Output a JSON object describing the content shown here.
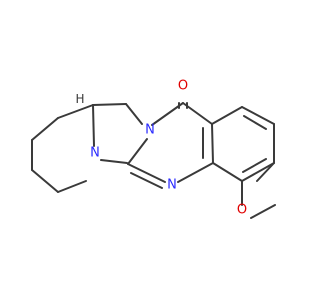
{
  "colors": {
    "bond": "#3a3a3a",
    "oxygen": "#e00000",
    "nitrogen": "#2b2bff",
    "hydrogen": "#3a3a3a",
    "background": "#ffffff"
  },
  "labels": {
    "h": "H",
    "n_top": "N",
    "n_left": "N",
    "n_bottom": "N",
    "o_carbonyl": "O",
    "o_methoxy": "O"
  }
}
